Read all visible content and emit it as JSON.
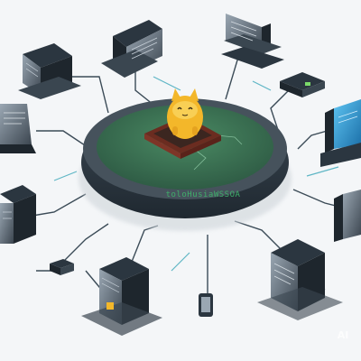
{
  "hub": {
    "label": "toloHusiaWSSOA",
    "mascot": "yellow-cat-icon",
    "colors": {
      "platform": "#34414a",
      "platform_top": "#3c6f52",
      "mascot": "#f3b72a",
      "tray": "#8a3b2c"
    }
  },
  "watermark": "AI",
  "devices": [
    {
      "name": "server-top-center",
      "icon": "server-icon"
    },
    {
      "name": "server-top-right",
      "icon": "server-icon"
    },
    {
      "name": "server-top-left",
      "icon": "monitor-icon"
    },
    {
      "name": "server-left",
      "icon": "monitor-icon"
    },
    {
      "name": "router-right",
      "icon": "router-icon"
    },
    {
      "name": "server-right",
      "icon": "server-icon"
    },
    {
      "name": "server-lower-left",
      "icon": "server-icon"
    },
    {
      "name": "server-lower-right",
      "icon": "server-icon"
    },
    {
      "name": "server-bottom-center",
      "icon": "server-icon"
    },
    {
      "name": "phone-bottom",
      "icon": "phone-icon"
    },
    {
      "name": "switch-bottom-left",
      "icon": "switch-icon"
    }
  ]
}
